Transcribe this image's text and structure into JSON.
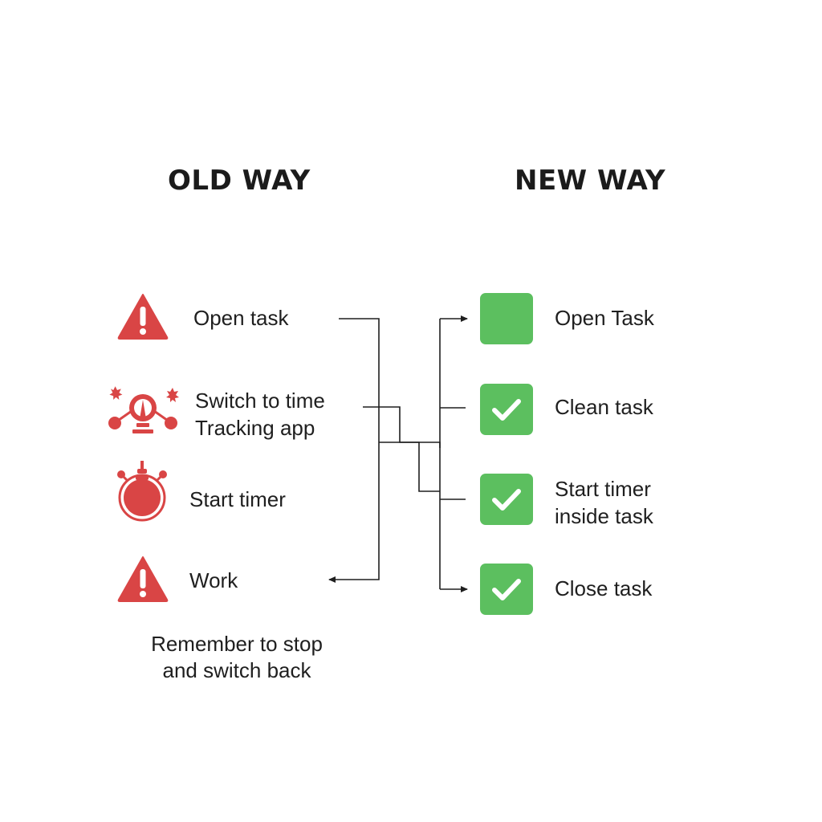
{
  "headings": {
    "old": "OLD WAY",
    "new": "NEW WAY"
  },
  "old_steps": [
    {
      "icon": "warning-triangle-icon",
      "label": "Open task"
    },
    {
      "icon": "alarm-bell-icon",
      "label": "Switch to time\nTracking app"
    },
    {
      "icon": "stopwatch-icon",
      "label": "Start timer"
    },
    {
      "icon": "warning-triangle-icon",
      "label": "Work"
    }
  ],
  "old_note": "Remember to stop\nand switch back",
  "new_steps": [
    {
      "icon": "blank-square-icon",
      "label": "Open Task"
    },
    {
      "icon": "checkmark-icon",
      "label": "Clean task"
    },
    {
      "icon": "checkmark-icon",
      "label": "Start timer\ninside task"
    },
    {
      "icon": "checkmark-icon",
      "label": "Close task"
    }
  ],
  "colors": {
    "old_accent": "#d94545",
    "new_accent": "#5cbf5f",
    "connector": "#1f1f1f",
    "text": "#1f1f1f"
  }
}
